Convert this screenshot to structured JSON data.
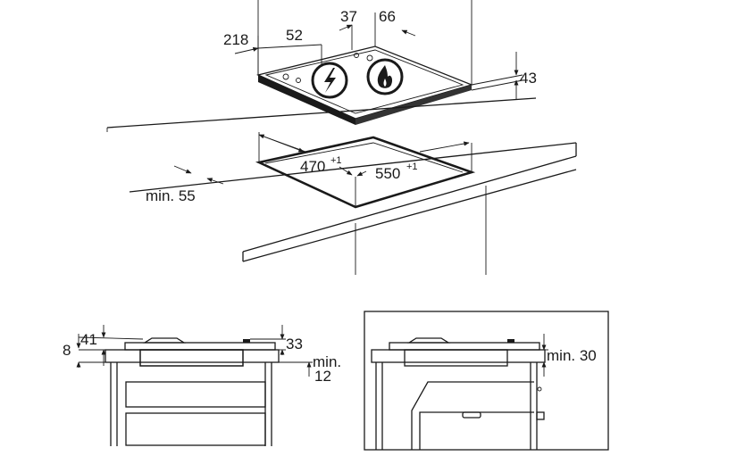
{
  "top_view": {
    "dim_218": "218",
    "dim_52": "52",
    "dim_37": "37",
    "dim_66": "66",
    "dim_43": "43",
    "cutout_width": "470",
    "cutout_width_tol": "+1",
    "cutout_depth": "550",
    "cutout_depth_tol": "+1",
    "edge_distance": "min. 55",
    "electric_icon": "electric-lightning-icon",
    "gas_icon": "gas-flame-icon"
  },
  "side_view_left": {
    "dim_8": "8",
    "dim_41": "41",
    "dim_33": "33",
    "dim_min": "min.",
    "dim_12": "12"
  },
  "side_view_right": {
    "dim_min30": "min. 30"
  }
}
